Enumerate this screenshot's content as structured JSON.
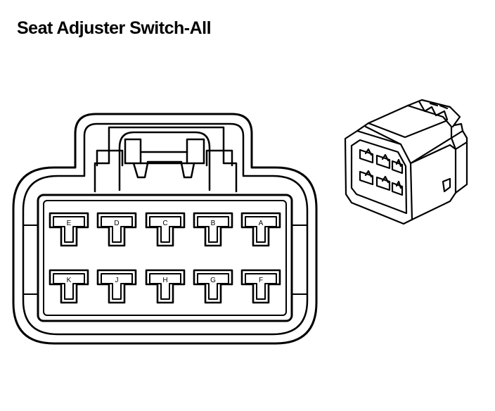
{
  "title": "Seat Adjuster Switch-All",
  "connector": {
    "top_row": [
      "E",
      "D",
      "C",
      "B",
      "A"
    ],
    "bottom_row": [
      "K",
      "J",
      "H",
      "G",
      "F"
    ]
  },
  "colors": {
    "ink": "#000000",
    "paper": "#ffffff"
  },
  "icons": {
    "connector_view": "connector-face-icon",
    "connector_3d": "connector-isometric-icon"
  }
}
